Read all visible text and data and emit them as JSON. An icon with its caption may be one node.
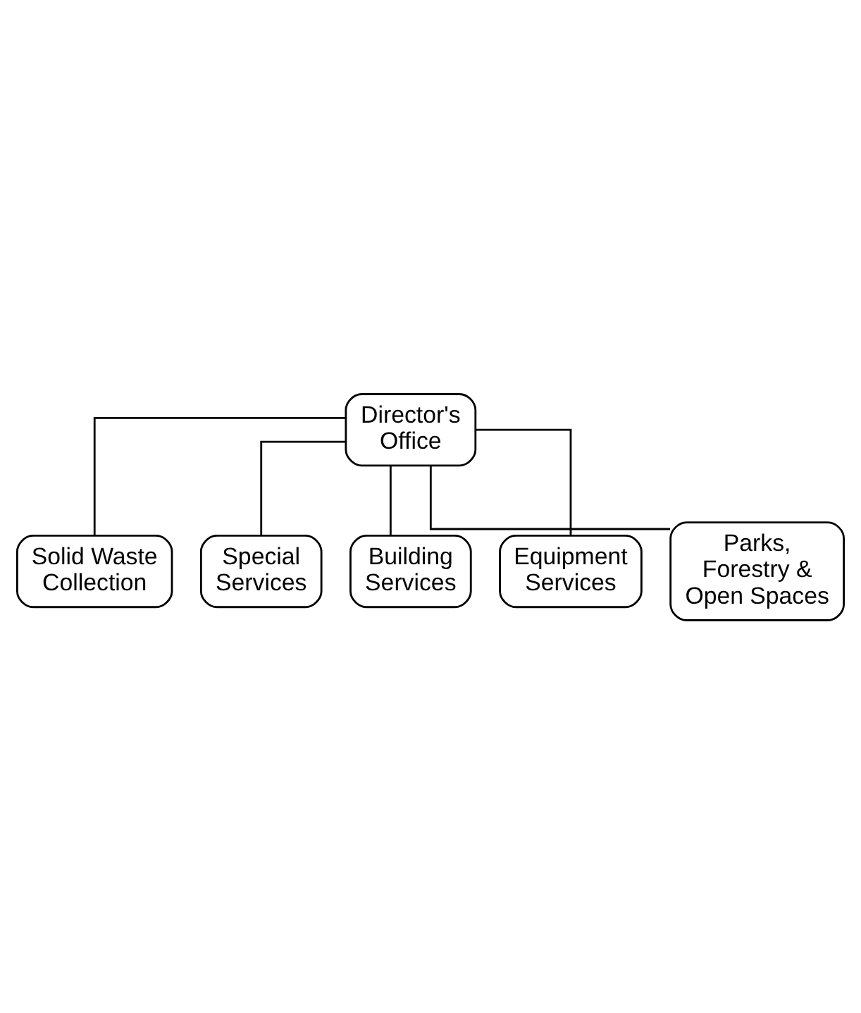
{
  "diagram": {
    "nodes": [
      {
        "text": [
          "Director's Office"
        ]
      },
      {
        "text": [
          "Solid Waste Collection"
        ]
      },
      {
        "text": [
          "Special Services"
        ]
      },
      {
        "text": [
          "Building Services"
        ]
      },
      {
        "text": [
          "Equipment Services"
        ]
      },
      {
        "text": [
          "Parks, Forestry & Open Spaces"
        ]
      }
    ],
    "edges": [
      {
        "from": 0,
        "to": 1,
        "arrow": "none"
      },
      {
        "from": 0,
        "to": 2,
        "arrow": "none"
      },
      {
        "from": 0,
        "to": 3,
        "arrow": "none"
      },
      {
        "from": 0,
        "to": 4,
        "arrow": "none"
      },
      {
        "from": 0,
        "to": 5,
        "arrow": "none"
      }
    ]
  }
}
